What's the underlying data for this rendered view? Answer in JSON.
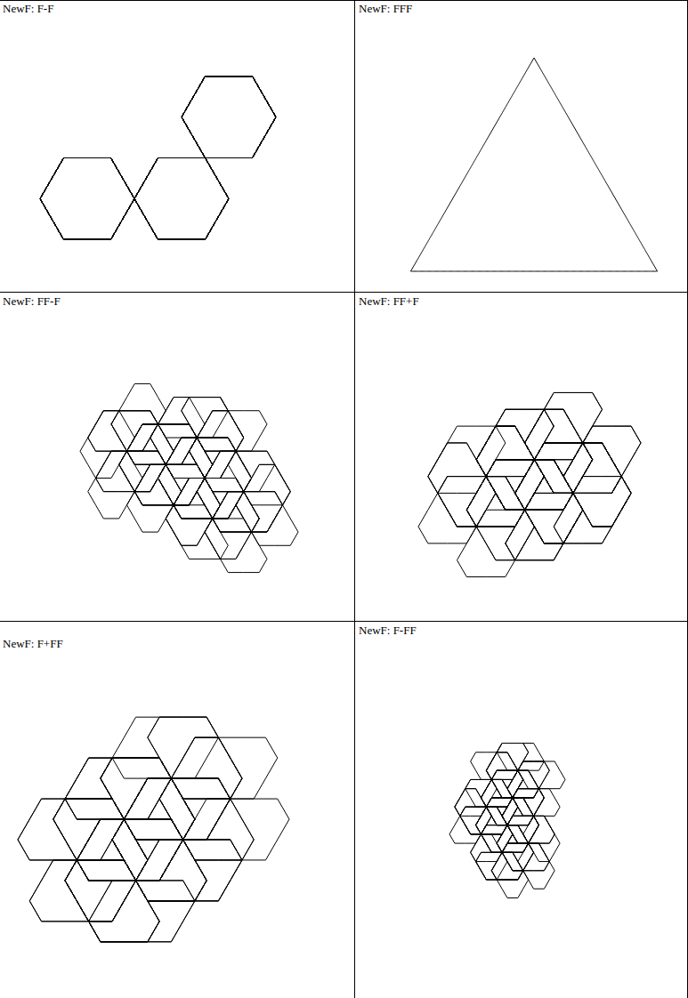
{
  "diagram": {
    "labels": [
      "NewF: F-F",
      "NewF: FFF",
      "NewF: FF-F",
      "NewF: FF+F",
      "NewF: F+FF",
      "NewF: F-FF"
    ]
  }
}
